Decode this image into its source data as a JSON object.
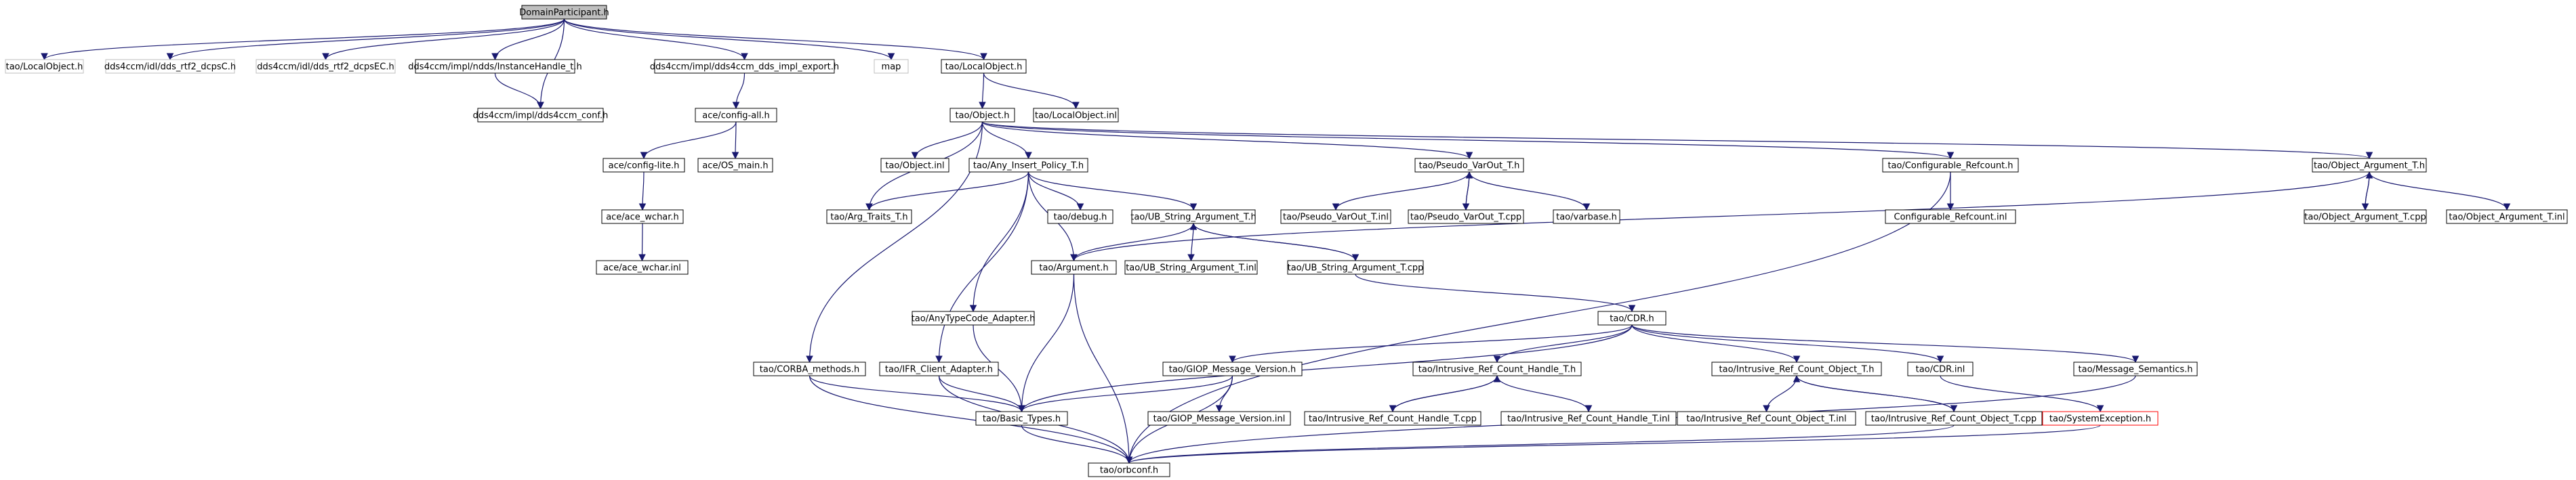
{
  "graph": {
    "nodes": [
      {
        "id": "domainparticipant",
        "label": "DomainParticipant.h",
        "kind": "root"
      },
      {
        "id": "tao_localobject_gray",
        "label": "tao/LocalObject.h",
        "kind": "gray"
      },
      {
        "id": "dds_rtf2_dcpsc",
        "label": "dds4ccm/idl/dds_rtf2_dcpsC.h",
        "kind": "gray"
      },
      {
        "id": "dds_rtf2_dcpsec",
        "label": "dds4ccm/idl/dds_rtf2_dcpsEC.h",
        "kind": "gray"
      },
      {
        "id": "instancehandle",
        "label": "dds4ccm/impl/ndds/InstanceHandle_t.h",
        "kind": "normal"
      },
      {
        "id": "dds_impl_export",
        "label": "dds4ccm/impl/dds4ccm_dds_impl_export.h",
        "kind": "normal"
      },
      {
        "id": "map",
        "label": "map",
        "kind": "gray"
      },
      {
        "id": "tao_localobject",
        "label": "tao/LocalObject.h",
        "kind": "normal"
      },
      {
        "id": "dds4ccm_conf",
        "label": "dds4ccm/impl/dds4ccm_conf.h",
        "kind": "normal"
      },
      {
        "id": "config_all",
        "label": "ace/config-all.h",
        "kind": "normal"
      },
      {
        "id": "tao_object",
        "label": "tao/Object.h",
        "kind": "normal"
      },
      {
        "id": "tao_localobject_inl",
        "label": "tao/LocalObject.inl",
        "kind": "normal"
      },
      {
        "id": "config_lite",
        "label": "ace/config-lite.h",
        "kind": "normal"
      },
      {
        "id": "os_main",
        "label": "ace/OS_main.h",
        "kind": "normal"
      },
      {
        "id": "tao_object_inl",
        "label": "tao/Object.inl",
        "kind": "normal"
      },
      {
        "id": "any_insert_policy",
        "label": "tao/Any_Insert_Policy_T.h",
        "kind": "normal"
      },
      {
        "id": "pseudo_varout",
        "label": "tao/Pseudo_VarOut_T.h",
        "kind": "normal"
      },
      {
        "id": "configurable_refcount",
        "label": "tao/Configurable_Refcount.h",
        "kind": "normal"
      },
      {
        "id": "object_argument",
        "label": "tao/Object_Argument_T.h",
        "kind": "normal"
      },
      {
        "id": "ace_wchar",
        "label": "ace/ace_wchar.h",
        "kind": "normal"
      },
      {
        "id": "arg_traits",
        "label": "tao/Arg_Traits_T.h",
        "kind": "normal"
      },
      {
        "id": "tao_debug",
        "label": "tao/debug.h",
        "kind": "normal"
      },
      {
        "id": "ub_string_argument",
        "label": "tao/UB_String_Argument_T.h",
        "kind": "normal"
      },
      {
        "id": "pseudo_varout_inl",
        "label": "tao/Pseudo_VarOut_T.inl",
        "kind": "normal"
      },
      {
        "id": "pseudo_varout_cpp",
        "label": "tao/Pseudo_VarOut_T.cpp",
        "kind": "normal"
      },
      {
        "id": "varbase",
        "label": "tao/varbase.h",
        "kind": "normal"
      },
      {
        "id": "configurable_refcount_inl",
        "label": "Configurable_Refcount.inl",
        "kind": "normal"
      },
      {
        "id": "object_argument_cpp",
        "label": "tao/Object_Argument_T.cpp",
        "kind": "normal"
      },
      {
        "id": "object_argument_inl",
        "label": "tao/Object_Argument_T.inl",
        "kind": "normal"
      },
      {
        "id": "ace_wchar_inl",
        "label": "ace/ace_wchar.inl",
        "kind": "normal"
      },
      {
        "id": "tao_argument",
        "label": "tao/Argument.h",
        "kind": "normal"
      },
      {
        "id": "ub_string_argument_inl",
        "label": "tao/UB_String_Argument_T.inl",
        "kind": "normal"
      },
      {
        "id": "ub_string_argument_cpp",
        "label": "tao/UB_String_Argument_T.cpp",
        "kind": "normal"
      },
      {
        "id": "anytypecode_adapter",
        "label": "tao/AnyTypeCode_Adapter.h",
        "kind": "normal"
      },
      {
        "id": "tao_cdr",
        "label": "tao/CDR.h",
        "kind": "normal"
      },
      {
        "id": "corba_methods",
        "label": "tao/CORBA_methods.h",
        "kind": "normal"
      },
      {
        "id": "ifr_client_adapter",
        "label": "tao/IFR_Client_Adapter.h",
        "kind": "normal"
      },
      {
        "id": "giop_message_version",
        "label": "tao/GIOP_Message_Version.h",
        "kind": "normal"
      },
      {
        "id": "intrusive_ref_count_handle",
        "label": "tao/Intrusive_Ref_Count_Handle_T.h",
        "kind": "normal"
      },
      {
        "id": "intrusive_ref_count_object",
        "label": "tao/Intrusive_Ref_Count_Object_T.h",
        "kind": "normal"
      },
      {
        "id": "tao_cdr_inl",
        "label": "tao/CDR.inl",
        "kind": "normal"
      },
      {
        "id": "message_semantics",
        "label": "tao/Message_Semantics.h",
        "kind": "normal"
      },
      {
        "id": "basic_types",
        "label": "tao/Basic_Types.h",
        "kind": "normal"
      },
      {
        "id": "giop_message_version_inl",
        "label": "tao/GIOP_Message_Version.inl",
        "kind": "normal"
      },
      {
        "id": "intrusive_ref_count_handle_cpp",
        "label": "tao/Intrusive_Ref_Count_Handle_T.cpp",
        "kind": "normal"
      },
      {
        "id": "intrusive_ref_count_handle_inl",
        "label": "tao/Intrusive_Ref_Count_Handle_T.inl",
        "kind": "normal"
      },
      {
        "id": "intrusive_ref_count_object_inl",
        "label": "tao/Intrusive_Ref_Count_Object_T.inl",
        "kind": "normal"
      },
      {
        "id": "intrusive_ref_count_object_cpp",
        "label": "tao/Intrusive_Ref_Count_Object_T.cpp",
        "kind": "normal"
      },
      {
        "id": "system_exception",
        "label": "tao/SystemException.h",
        "kind": "red"
      },
      {
        "id": "orbconf",
        "label": "tao/orbconf.h",
        "kind": "normal"
      }
    ]
  }
}
